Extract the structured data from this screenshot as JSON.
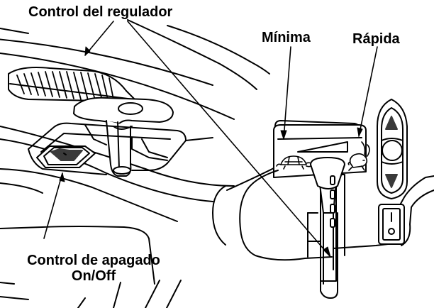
{
  "labels": {
    "throttle_control": "Control del regulador",
    "minimum": "Mínima",
    "fast": "Rápida",
    "switch_line1": "Control de apagado",
    "switch_line2": "On/Off"
  },
  "colors": {
    "ink": "#000000",
    "paper": "#ffffff",
    "shade": "#3a3a3a"
  },
  "icons": {
    "slow_symbol": "turtle-icon",
    "fast_symbol": "rabbit-icon"
  }
}
